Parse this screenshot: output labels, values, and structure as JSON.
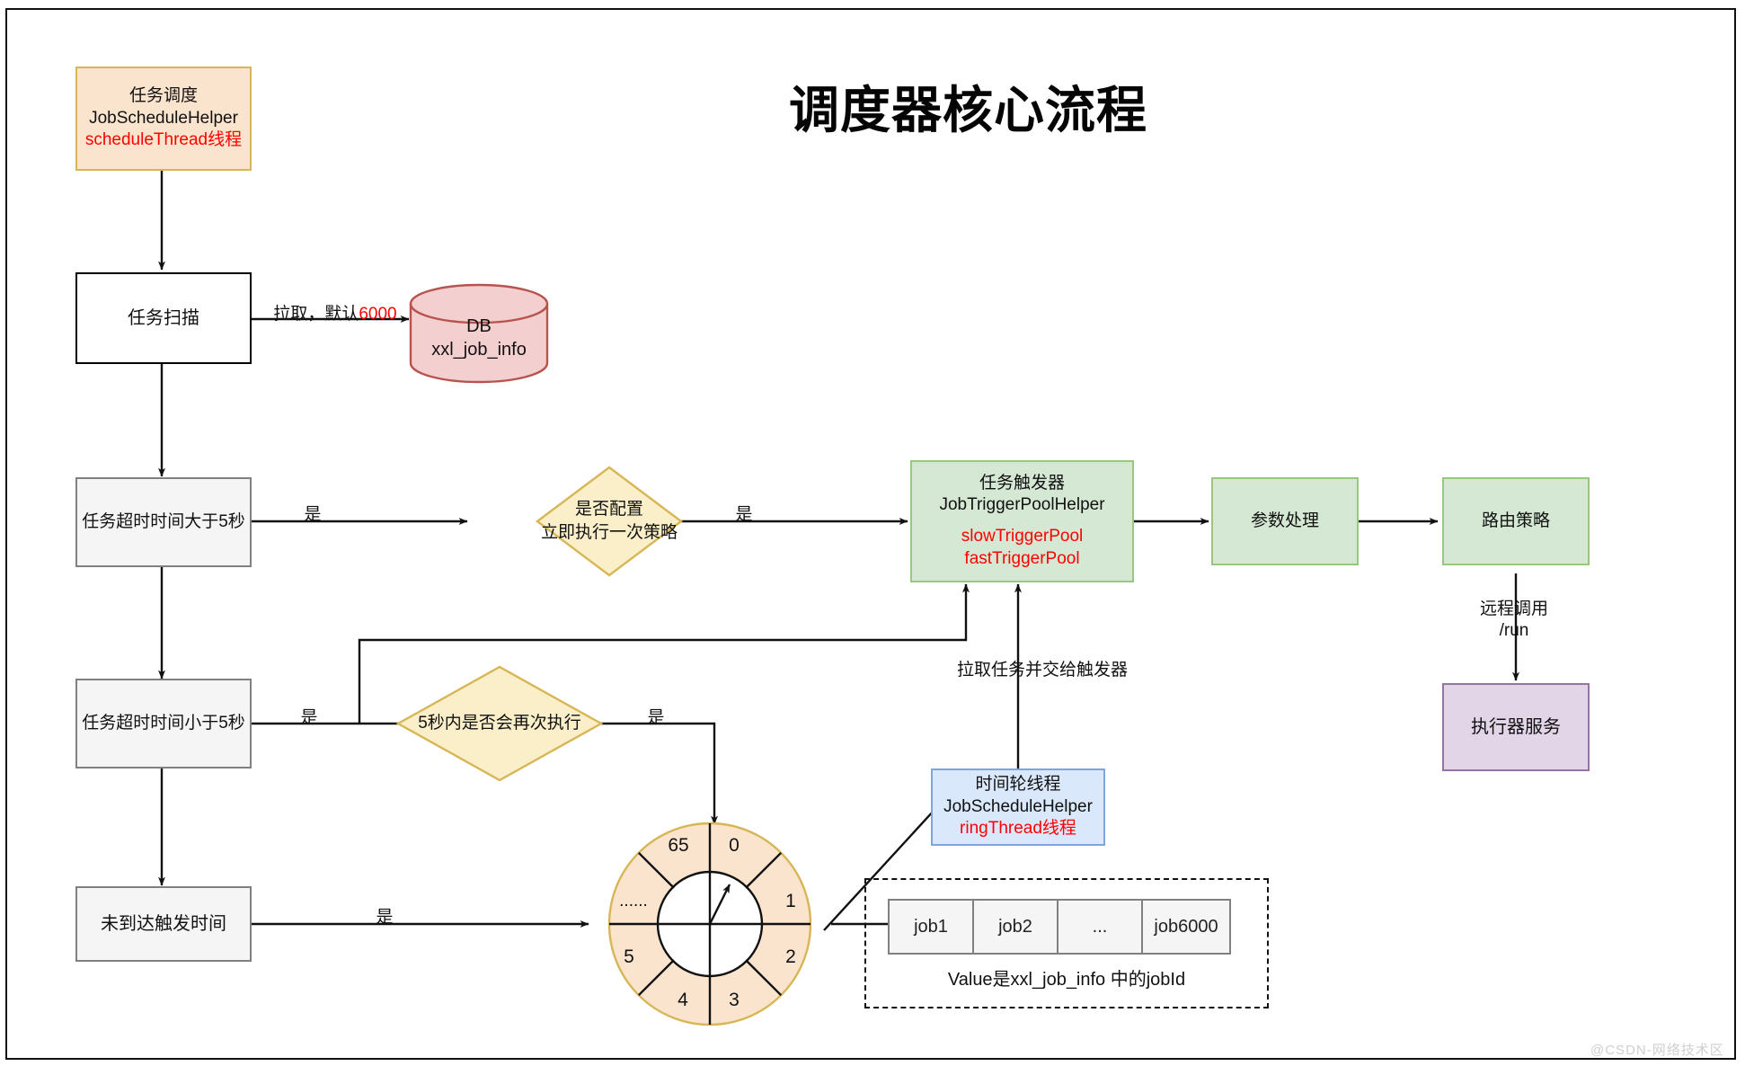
{
  "title": "调度器核心流程",
  "watermark": "@CSDN-网络技术区",
  "nodes": {
    "schedule_thread": {
      "line1": "任务调度",
      "line2": "JobScheduleHelper",
      "line3": "scheduleThread线程"
    },
    "job_scan": {
      "label": "任务扫描"
    },
    "db": {
      "line1": "DB",
      "line2": "xxl_job_info"
    },
    "timeout_gt5": {
      "label": "任务超时时间大于5秒"
    },
    "timeout_lt5": {
      "label": "任务超时时间小于5秒"
    },
    "not_reached": {
      "label": "未到达触发时间"
    },
    "decision_policy": {
      "line1": "是否配置",
      "line2": "立即执行一次策略"
    },
    "decision_5s": {
      "label": "5秒内是否会再次执行"
    },
    "trigger_pool": {
      "line1": "任务触发器",
      "line2": "JobTriggerPoolHelper",
      "line3": "slowTriggerPool",
      "line4": "fastTriggerPool"
    },
    "param_handle": {
      "label": "参数处理"
    },
    "route_strategy": {
      "label": "路由策略"
    },
    "executor_service": {
      "label": "执行器服务"
    },
    "ring_thread": {
      "line1": "时间轮线程",
      "line2": "JobScheduleHelper",
      "line3": "ringThread线程"
    }
  },
  "edge_labels": {
    "pull_default": "拉取，默认",
    "pull_default_num": "6000",
    "yes_1": "是",
    "yes_2": "是",
    "yes_3": "是",
    "yes_4": "是",
    "yes_5": "是",
    "remote_call_l1": "远程调用",
    "remote_call_l2": "/run",
    "pull_and_give": "拉取任务并交给触发器"
  },
  "ring": {
    "sectors": [
      "0",
      "1",
      "2",
      "3",
      "4",
      "5",
      "......",
      "65"
    ]
  },
  "job_table": {
    "cells": [
      "job1",
      "job2",
      "...",
      "job6000"
    ],
    "caption": "Value是xxl_job_info 中的jobId"
  },
  "colors": {
    "orange_fill": "#fbe4ce",
    "orange_stroke": "#d6b656",
    "green_fill": "#d5e8d4",
    "green_stroke": "#9ac77f",
    "blue_fill": "#dae8fc",
    "blue_stroke": "#7ea6d9",
    "purple_fill": "#e1d5e7",
    "purple_stroke": "#9673a6",
    "grey_fill": "#f5f5f5",
    "grey_stroke": "#808080",
    "db_fill": "#f3cfcf",
    "db_stroke": "#b85450",
    "accent_red": "#ff0000"
  }
}
